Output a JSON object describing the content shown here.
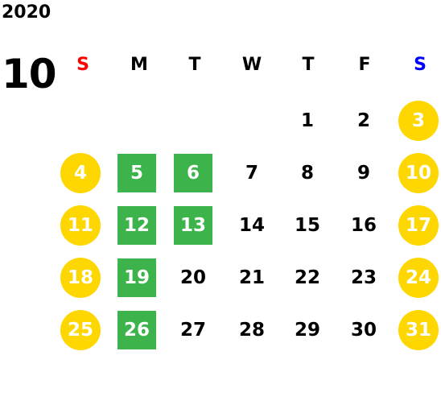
{
  "calendar": {
    "year": "2020",
    "month": "10",
    "weekday_headers": [
      "S",
      "M",
      "T",
      "W",
      "T",
      "F",
      "S"
    ],
    "colors": {
      "sunday_header": "#ff0000",
      "saturday_header": "#0000ff",
      "weekday_header": "#000000",
      "weekend_circle": "#ffd700",
      "holiday_square": "#3cb44b",
      "weekend_text": "#ffffff",
      "holiday_text": "#ffffff",
      "normal_text": "#000000"
    },
    "weeks": [
      [
        null,
        null,
        null,
        null,
        "1",
        "2",
        "3"
      ],
      [
        "4",
        "5",
        "6",
        "7",
        "8",
        "9",
        "10"
      ],
      [
        "11",
        "12",
        "13",
        "14",
        "15",
        "16",
        "17"
      ],
      [
        "18",
        "19",
        "20",
        "21",
        "22",
        "23",
        "24"
      ],
      [
        "25",
        "26",
        "27",
        "28",
        "29",
        "30",
        "31"
      ]
    ],
    "highlight_holidays": [
      "5",
      "6",
      "12",
      "13",
      "19",
      "26"
    ]
  }
}
